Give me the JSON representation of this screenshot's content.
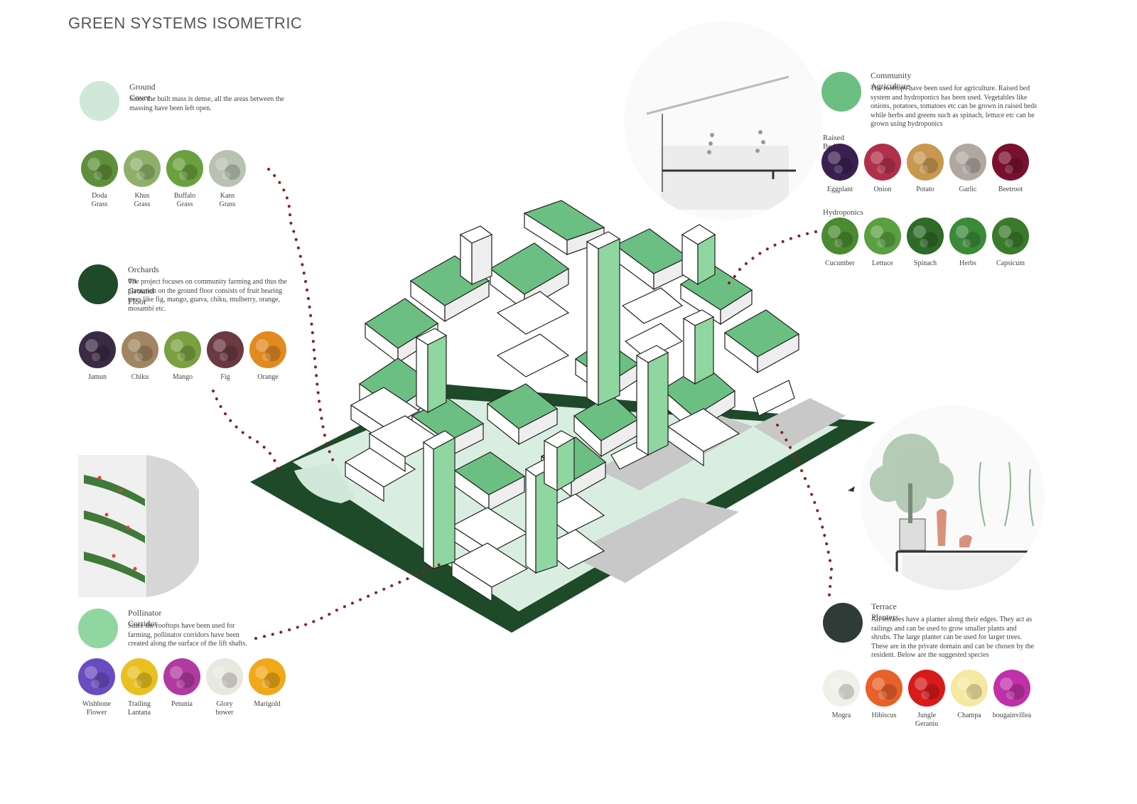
{
  "title": "GREEN SYSTEMS ISOMETRIC",
  "colors": {
    "ground_cover": "#cfe8d8",
    "orchards": "#1e4a2a",
    "pollinator": "#8fd6a0",
    "community": "#6cbf82",
    "terrace": "#2f3b36",
    "roof_green": "#6cbf82",
    "site_dark": "#1e4a2a",
    "path_grey": "#c8c8c8",
    "dots": "#8a1f1f"
  },
  "ground_cover": {
    "title": "Ground Cover",
    "text": "Since the built mass is dense, all the areas between the massing have been left open.",
    "plants": [
      {
        "label": "Doda\nGrass",
        "icon": "grass-icon",
        "color": "#5f8f3a"
      },
      {
        "label": "Khus\nGrass",
        "icon": "grass-icon",
        "color": "#8fb06a"
      },
      {
        "label": "Buffalo\nGrass",
        "icon": "grass-icon",
        "color": "#6aa03e"
      },
      {
        "label": "Kans\nGrass",
        "icon": "grass-icon",
        "color": "#b9c2b0"
      }
    ]
  },
  "orchards": {
    "title": "Orchards on Ground Floor",
    "text": "The project focuses on community farming and thus the plantation on the ground floor consists of fruit bearing trees like fig, mango, guava, chiku, mulberry, orange, mosambi etc.",
    "plants": [
      {
        "label": "Jamun",
        "icon": "fruit-icon",
        "color": "#3a2a44"
      },
      {
        "label": "Chiku",
        "icon": "fruit-icon",
        "color": "#a08560"
      },
      {
        "label": "Mango",
        "icon": "fruit-icon",
        "color": "#7aa040"
      },
      {
        "label": "Fig",
        "icon": "fruit-icon",
        "color": "#6a3a40"
      },
      {
        "label": "Orange",
        "icon": "fruit-icon",
        "color": "#e08a20"
      }
    ]
  },
  "pollinator": {
    "title": "Pollinator Corridor",
    "text": "Since the rooftops have been used for farming, pollinator corridors have been created along the surface of the lift shafts.",
    "plants": [
      {
        "label": "Wishbone\nFlower",
        "icon": "flower-icon",
        "color": "#6a4cc0"
      },
      {
        "label": "Trailing\nLantana",
        "icon": "flower-icon",
        "color": "#e8c020"
      },
      {
        "label": "Petunia",
        "icon": "flower-icon",
        "color": "#b03aa0"
      },
      {
        "label": "Glory\nbower",
        "icon": "flower-icon",
        "color": "#e8e8e0"
      },
      {
        "label": "Marigold",
        "icon": "flower-icon",
        "color": "#f0a818"
      }
    ]
  },
  "community": {
    "title": "Community Agriculture",
    "text": "The rooftops have been used for agriculture. Raised bed system and hydroponics has been used. Vegetables like onions, potatoes, tomatoes etc can be grown in raised beds while herbs and greens such as spinach, lettuce etc can be grown using hydroponics",
    "raised_title": "Raised Bed System",
    "raised": [
      {
        "label": "Eggplant",
        "icon": "vegetable-icon",
        "color": "#3a2050"
      },
      {
        "label": "Onion",
        "icon": "vegetable-icon",
        "color": "#b0304a"
      },
      {
        "label": "Potato",
        "icon": "vegetable-icon",
        "color": "#c89850"
      },
      {
        "label": "Garlic",
        "icon": "vegetable-icon",
        "color": "#b0a8a0"
      },
      {
        "label": "Beetroot",
        "icon": "vegetable-icon",
        "color": "#7a1030"
      }
    ],
    "hydro_title": "Hydroponics",
    "hydro": [
      {
        "label": "Cucumber",
        "icon": "vegetable-icon",
        "color": "#4a8a30"
      },
      {
        "label": "Lettuce",
        "icon": "vegetable-icon",
        "color": "#5aa040"
      },
      {
        "label": "Spinach",
        "icon": "vegetable-icon",
        "color": "#2e6a28"
      },
      {
        "label": "Herbs",
        "icon": "vegetable-icon",
        "color": "#3a8a38"
      },
      {
        "label": "Capsicum",
        "icon": "vegetable-icon",
        "color": "#3a7a2a"
      }
    ]
  },
  "terrace": {
    "title": "Terrace Planters",
    "text": "All terraces have a planter along their edges. They act as railings and can be used to grow smaller plants and shrubs. The large planter can be used for larger trees. These are in the private domain and can be chosen by the resident. Below are the suggested species",
    "plants": [
      {
        "label": "Mogra",
        "icon": "flower-icon",
        "color": "#f0f0e8"
      },
      {
        "label": "Hibiscus",
        "icon": "flower-icon",
        "color": "#e8602a"
      },
      {
        "label": "Jungle\nGeraniu",
        "icon": "flower-icon",
        "color": "#d81a1a"
      },
      {
        "label": "Champa",
        "icon": "flower-icon",
        "color": "#f5e8a0"
      },
      {
        "label": "bougainvillea",
        "icon": "flower-icon",
        "color": "#c030a8"
      }
    ]
  }
}
